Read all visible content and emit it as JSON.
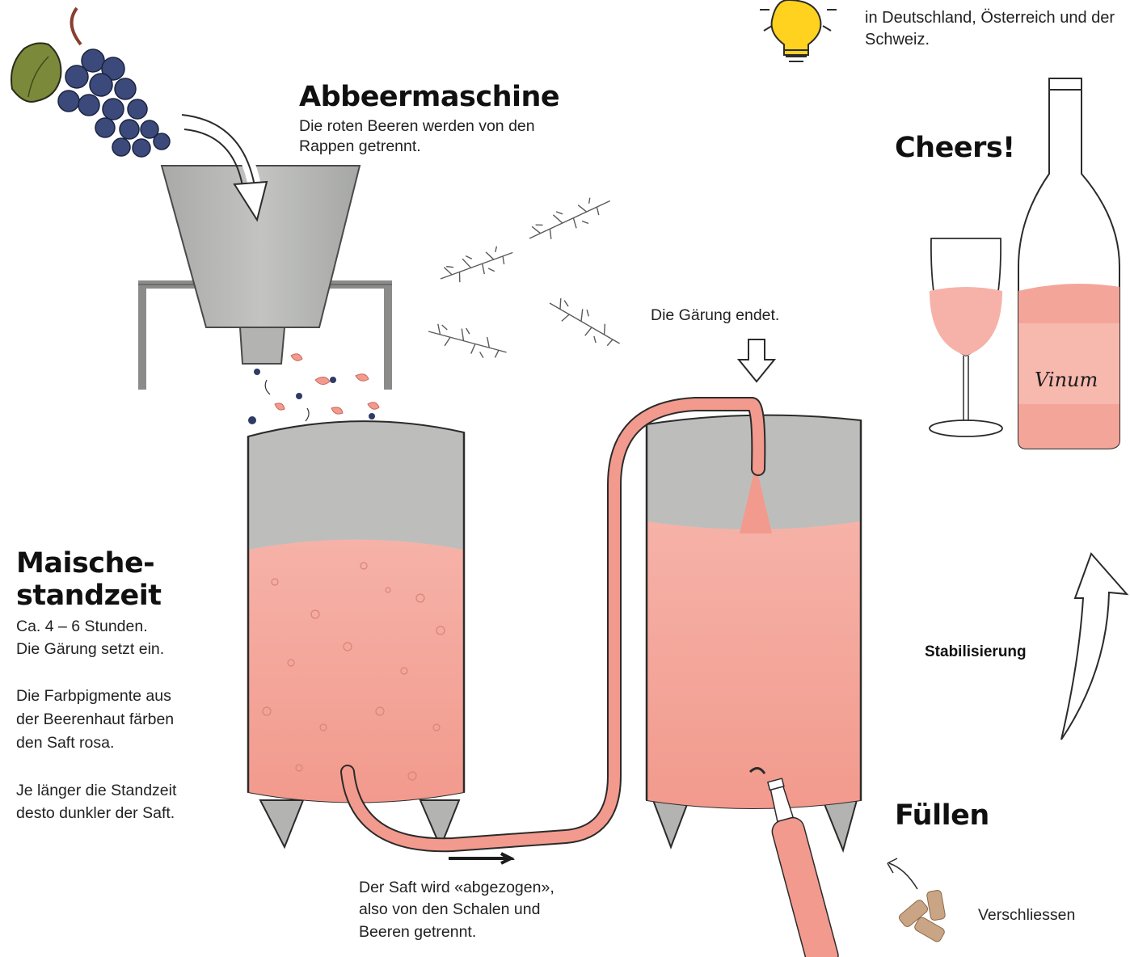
{
  "tip": {
    "text": "in Deutschland, Österreich und der Schweiz."
  },
  "abbeer": {
    "title": "Abbeermaschine",
    "desc": "Die roten Beeren werden von den Rappen getrennt."
  },
  "maische": {
    "title_line1": "Maische-",
    "title_line2": "standzeit",
    "duration": "Ca. 4 – 6 Stunden.",
    "ferment": "Die Gärung setzt ein.",
    "color_line1": "Die Farbpigmente aus",
    "color_line2": "der Beerenhaut färben",
    "color_line3": "den Saft rosa.",
    "dark_line1": "Je länger die Standzeit",
    "dark_line2": "desto dunkler der Saft."
  },
  "gaerung_ende": "Die Gärung endet.",
  "abzug": {
    "line1": "Der Saft wird «abgezogen»,",
    "line2": "also von den Schalen und",
    "line3": "Beeren getrennt."
  },
  "cheers": "Cheers!",
  "bottle_label": "Vinum",
  "stabilisierung": "Stabilisierung",
  "fuellen": "Füllen",
  "verschliessen": "Verschliessen",
  "colors": {
    "rose": "#f4a59a",
    "rose_light": "#f7b8ae",
    "steel": "#b9bab8",
    "steel_dark": "#9e9f9d",
    "grape": "#3b4a7a",
    "leaf": "#7a8a3a",
    "bulb": "#ffd21f",
    "cork": "#c9a585"
  }
}
